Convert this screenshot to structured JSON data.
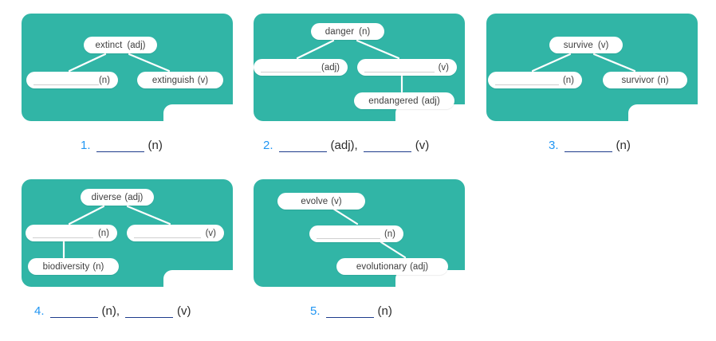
{
  "page": {
    "title": "Word family diagrams exercise",
    "card_color": "#31b5a6",
    "pill_color": "#ffffff",
    "number_color": "#2196f3",
    "blank_rule_color": "#1e3c8c"
  },
  "cards": [
    {
      "id": 1,
      "nodes": {
        "root": {
          "word": "extinct",
          "pos": "(adj)",
          "blank": false
        },
        "left": {
          "word": "",
          "pos": "(n)",
          "blank": true
        },
        "right": {
          "word": "extinguish",
          "pos": "(v)",
          "blank": false
        }
      }
    },
    {
      "id": 2,
      "nodes": {
        "root": {
          "word": "danger",
          "pos": "(n)",
          "blank": false
        },
        "left": {
          "word": "",
          "pos": "(adj)",
          "blank": true
        },
        "right": {
          "word": "",
          "pos": "(v)",
          "blank": true
        },
        "child": {
          "word": "endangered",
          "pos": "(adj)",
          "blank": false
        }
      }
    },
    {
      "id": 3,
      "nodes": {
        "root": {
          "word": "survive",
          "pos": "(v)",
          "blank": false
        },
        "left": {
          "word": "",
          "pos": "(n)",
          "blank": true
        },
        "right": {
          "word": "survivor",
          "pos": "(n)",
          "blank": false
        }
      }
    },
    {
      "id": 4,
      "nodes": {
        "root": {
          "word": "diverse",
          "pos": "(adj)",
          "blank": false
        },
        "left": {
          "word": "",
          "pos": "(n)",
          "blank": true
        },
        "right": {
          "word": "",
          "pos": "(v)",
          "blank": true
        },
        "child": {
          "word": "biodiversity",
          "pos": "(n)",
          "blank": false
        }
      }
    },
    {
      "id": 5,
      "nodes": {
        "root": {
          "word": "evolve",
          "pos": "(v)",
          "blank": false
        },
        "middle": {
          "word": "",
          "pos": "(n)",
          "blank": true
        },
        "bottom": {
          "word": "evolutionary",
          "pos": "(adj)",
          "blank": false
        }
      }
    }
  ],
  "captions": [
    {
      "num": "1.",
      "slots": [
        {
          "pos": "(n)",
          "sep": ""
        }
      ]
    },
    {
      "num": "2.",
      "slots": [
        {
          "pos": "(adj),",
          "sep": ""
        },
        {
          "pos": "(v)",
          "sep": ""
        }
      ]
    },
    {
      "num": "3.",
      "slots": [
        {
          "pos": "(n)",
          "sep": ""
        }
      ]
    },
    {
      "num": "4.",
      "slots": [
        {
          "pos": "(n),",
          "sep": ""
        },
        {
          "pos": "(v)",
          "sep": ""
        }
      ]
    },
    {
      "num": "5.",
      "slots": [
        {
          "pos": "(n)",
          "sep": ""
        }
      ]
    }
  ]
}
